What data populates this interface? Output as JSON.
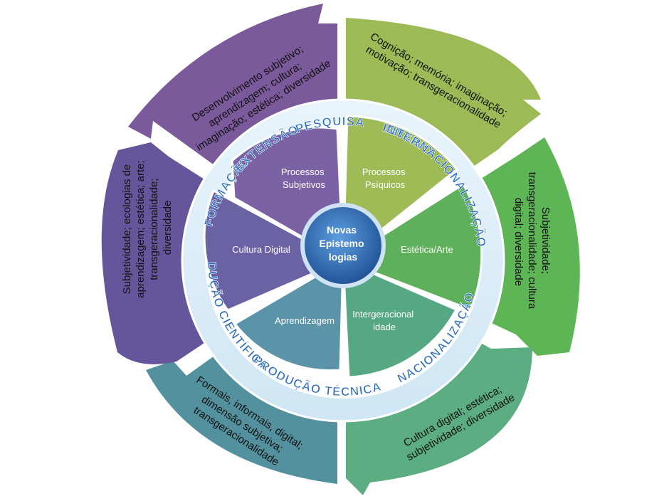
{
  "center": {
    "lines": [
      "Novas",
      "Epistemo",
      "logias"
    ]
  },
  "sectors": [
    {
      "id": "processos-subjetivos",
      "lines": [
        "Processos",
        "Subjetivos"
      ],
      "color": "#7a62a4"
    },
    {
      "id": "processos-psiquicos",
      "lines": [
        "Processos",
        "Psíquicos"
      ],
      "color": "#9fbb55"
    },
    {
      "id": "estetica-arte",
      "lines": [
        "Estética/Arte"
      ],
      "color": "#5fb05a"
    },
    {
      "id": "intergeracionalidade",
      "lines": [
        "Intergeracional",
        "idade"
      ],
      "color": "#56a884"
    },
    {
      "id": "aprendizagem",
      "lines": [
        "Aprendizagem"
      ],
      "color": "#5b93a8"
    },
    {
      "id": "cultura-digital",
      "lines": [
        "Cultura Digital"
      ],
      "color": "#6a62a3"
    }
  ],
  "ring_labels": [
    {
      "id": "pesquisa",
      "text": "PESQUISA"
    },
    {
      "id": "ensino",
      "text": "ENSINO"
    },
    {
      "id": "internacionalizacao",
      "text": "INTERNACIONALIZAÇÃO"
    },
    {
      "id": "nacionalizacao",
      "text": "NACIONALIZAÇÃO"
    },
    {
      "id": "producao-tecnica",
      "text": "PRODUÇÃO TÉCNICA"
    },
    {
      "id": "producao-cientifica",
      "text": "PRODUÇÃO CIENTÍFICA"
    },
    {
      "id": "formacao",
      "text": "FORMAÇÃO"
    },
    {
      "id": "extensao",
      "text": "EXTENSÃO"
    }
  ],
  "outer_arrows": [
    {
      "id": "top-left",
      "color": "#7b5a9c",
      "lines": [
        "Desenvolvimento subjetivo;",
        "aprendizagem; cultura;",
        "imaginação; estética; diversidade"
      ]
    },
    {
      "id": "top-right",
      "color": "#9cba55",
      "lines": [
        "Cognição; memória; imaginação;",
        "motivação; transgeracionalidade"
      ]
    },
    {
      "id": "right",
      "color": "#5db556",
      "lines": [
        "Subjetividade;",
        "transgeracionalidade; cultura",
        "digital; diversidade"
      ]
    },
    {
      "id": "bottom-right",
      "color": "#5cae82",
      "lines": [
        "Cultura digital; estética;",
        "subjetividade; diversidade"
      ]
    },
    {
      "id": "bottom-left",
      "color": "#54919f",
      "lines": [
        "Formais, informais, digital;",
        "dimensão subjetiva;",
        "transgeracionalidade"
      ]
    },
    {
      "id": "left",
      "color": "#65559a",
      "lines": [
        "Subjetividade; ecologias de",
        "aprendizagem; estética; arte;",
        "transgeracionalidade;",
        "diversidade"
      ]
    }
  ]
}
